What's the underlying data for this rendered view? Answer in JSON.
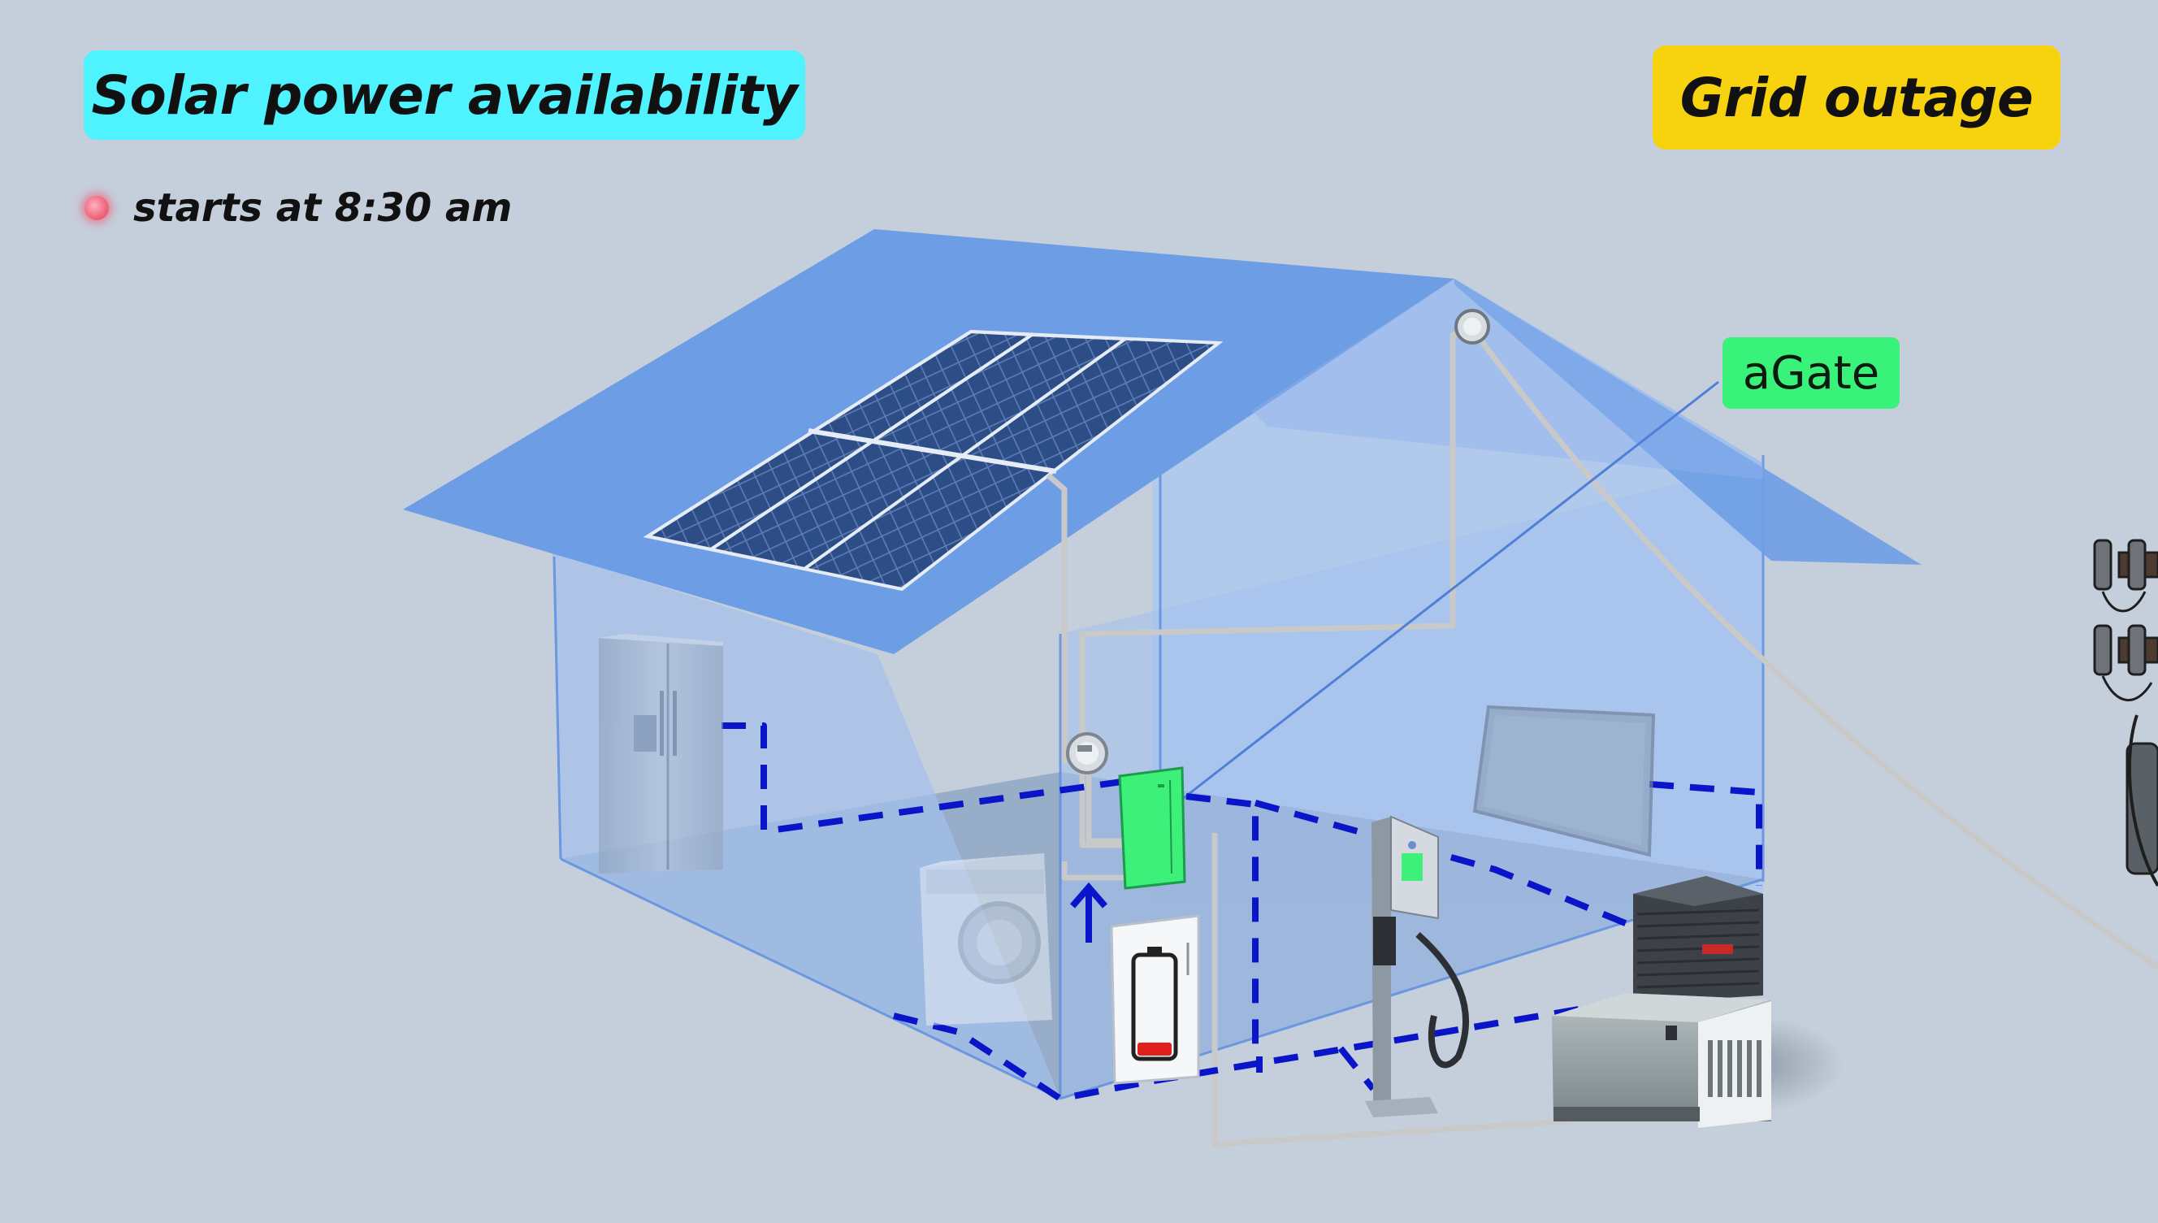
{
  "header": {
    "solar_title": "Solar power availability",
    "grid_title": "Grid outage"
  },
  "status": {
    "indicator_icon": "red-dot-icon",
    "text": "starts at 8:30 am"
  },
  "labels": {
    "agate": "aGate"
  },
  "colors": {
    "background": "#c5cedb",
    "solar_label_bg": "#4ff2ff",
    "grid_label_bg": "#f7d30f",
    "agate_label_bg": "#39f27a",
    "house_wall": "#9ebfec",
    "house_roof": "#6f9fe3",
    "backup_circuit": "#0a14c8",
    "power_line": "#c8c8c8",
    "battery_low": "#e0201c"
  },
  "icons": {
    "solar_panel": "solar-panel-icon",
    "meter": "electric-meter-icon",
    "gateway": "agate-gateway-icon",
    "battery": "battery-low-icon",
    "refrigerator": "refrigerator-icon",
    "washer": "washing-machine-icon",
    "ev_charger": "ev-charger-icon",
    "tv": "television-icon",
    "ac_unit": "air-conditioner-icon",
    "generator": "generator-icon",
    "utility_pole": "utility-pole-icon",
    "arrow_up": "arrow-up-icon"
  }
}
